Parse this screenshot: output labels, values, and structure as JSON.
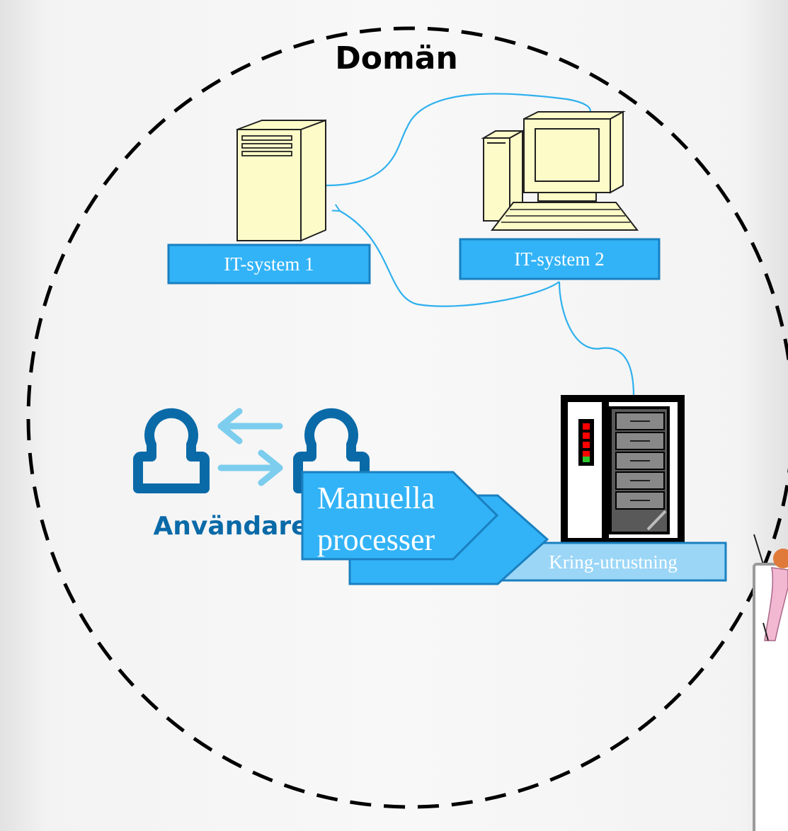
{
  "title": "Domän",
  "systems": {
    "it1_label": "IT-system 1",
    "it2_label": "IT-system 2",
    "peripheral_label": "Kring-utrustning"
  },
  "users": {
    "label": "Användare"
  },
  "process": {
    "line1": "Manuella",
    "line2": "processer"
  },
  "colors": {
    "box_fill": "#33b3f7",
    "box_stroke": "#1a80c0",
    "peripheral_fill": "#9bd6f7",
    "user_icon": "#0a6aa8",
    "arrow_light": "#7ccdee",
    "connector": "#2fb0ee",
    "computer_fill": "#fdfbc8",
    "domain_border": "#000000"
  },
  "icons": [
    "server-tower-icon",
    "desktop-computer-icon",
    "server-rack-icon",
    "user-icon",
    "swap-arrows-icon",
    "person-clipart-icon"
  ]
}
